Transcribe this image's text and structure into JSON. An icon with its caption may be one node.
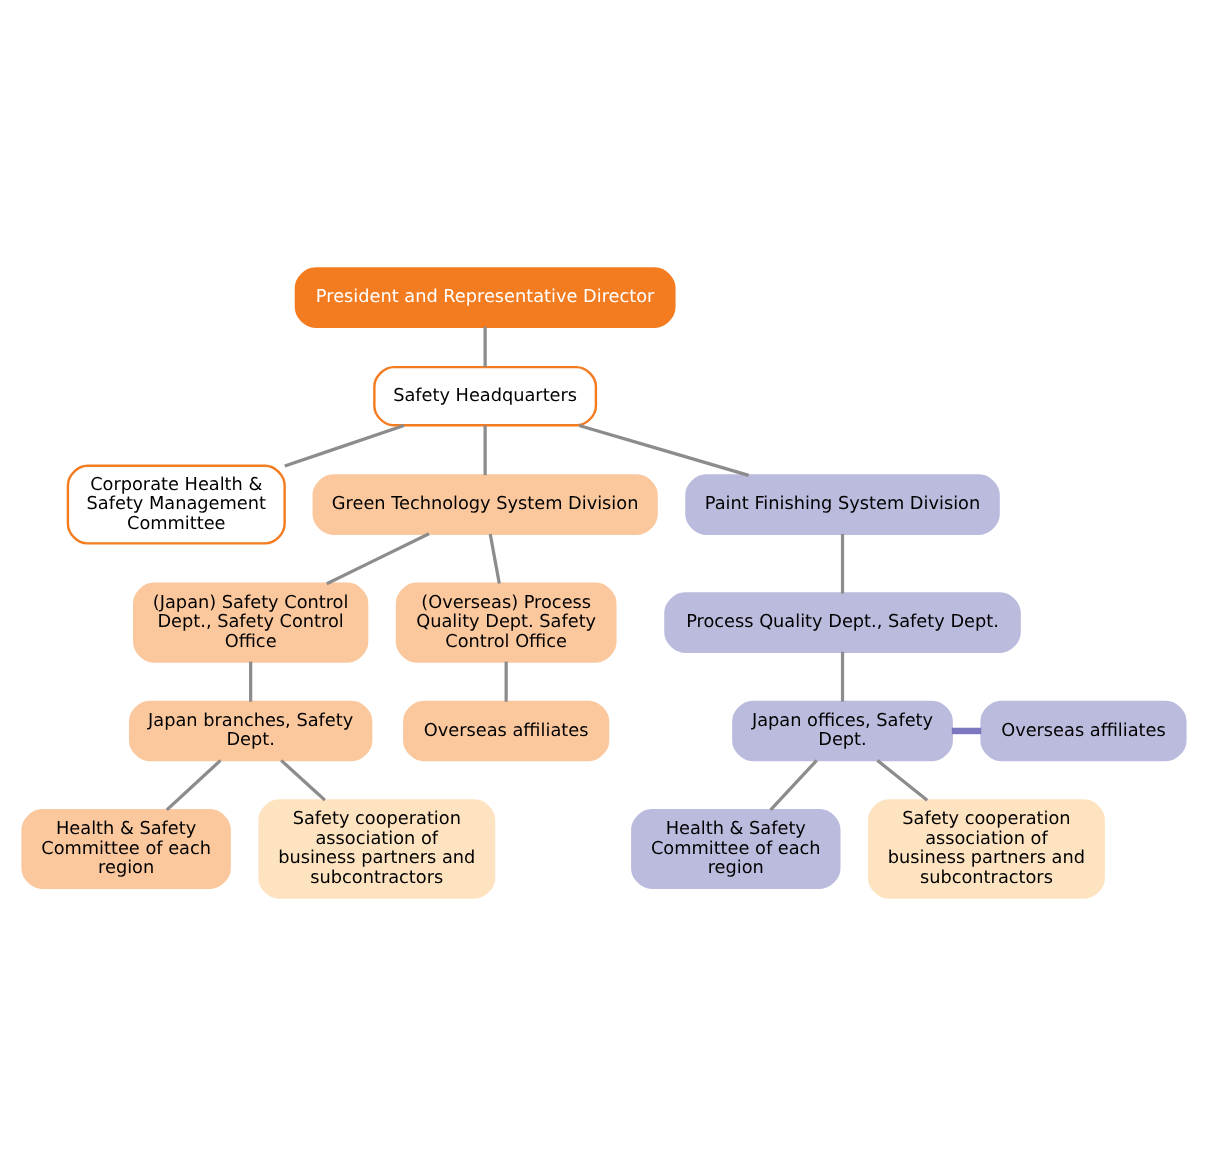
{
  "diagram": {
    "nodes": [
      {
        "text": [
          "President and Representative Director"
        ]
      },
      {
        "text": [
          "Safety Headquarters"
        ]
      },
      {
        "text": [
          "Corporate Health & Safety Management Committee"
        ]
      },
      {
        "text": [
          "Green Technology System Division"
        ]
      },
      {
        "text": [
          "Paint Finishing System Division"
        ]
      },
      {
        "text": [
          "(Japan) Safety Control Dept., Safety Control Office"
        ]
      },
      {
        "text": [
          "(Overseas) Process Quality Dept. Safety Control Office"
        ]
      },
      {
        "text": [
          "Process Quality Dept., Safety Dept."
        ]
      },
      {
        "text": [
          "Japan branches, Safety Dept."
        ]
      },
      {
        "text": [
          "Overseas affiliates"
        ]
      },
      {
        "text": [
          "Japan offices, Safety Dept."
        ]
      },
      {
        "text": [
          "Overseas affiliates"
        ]
      },
      {
        "text": [
          "Health & Safety Committee of each region"
        ]
      },
      {
        "text": [
          "Safety cooperation association of business partners and subcontractors"
        ]
      },
      {
        "text": [
          "Health & Safety Committee of each region"
        ]
      },
      {
        "text": [
          "Safety cooperation association of business partners and subcontractors"
        ]
      }
    ],
    "edges": [
      {
        "from": 0,
        "to": 1,
        "arrow": "none"
      },
      {
        "from": 1,
        "to": 2,
        "arrow": "none"
      },
      {
        "from": 1,
        "to": 3,
        "arrow": "none"
      },
      {
        "from": 1,
        "to": 4,
        "arrow": "none"
      },
      {
        "from": 3,
        "to": 5,
        "arrow": "none"
      },
      {
        "from": 3,
        "to": 6,
        "arrow": "none"
      },
      {
        "from": 4,
        "to": 7,
        "arrow": "none"
      },
      {
        "from": 5,
        "to": 8,
        "arrow": "none"
      },
      {
        "from": 6,
        "to": 9,
        "arrow": "none"
      },
      {
        "from": 7,
        "to": 10,
        "arrow": "none"
      },
      {
        "from": 10,
        "to": 11,
        "arrow": "none",
        "style": "thick",
        "color": "#7b78c0"
      },
      {
        "from": 8,
        "to": 12,
        "arrow": "none"
      },
      {
        "from": 8,
        "to": 13,
        "arrow": "none"
      },
      {
        "from": 10,
        "to": 14,
        "arrow": "none"
      },
      {
        "from": 10,
        "to": 15,
        "arrow": "none"
      }
    ]
  }
}
